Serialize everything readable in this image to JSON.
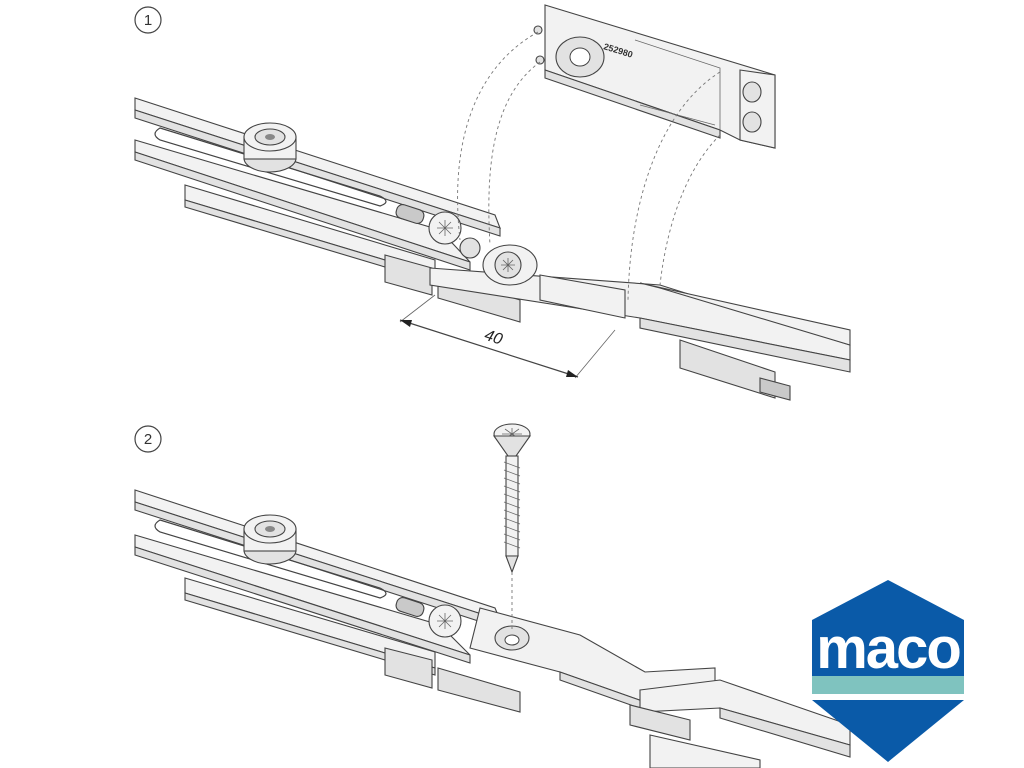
{
  "steps": [
    {
      "number": "1"
    },
    {
      "number": "2"
    }
  ],
  "dimension": {
    "value": "40"
  },
  "part_code": "252980",
  "logo": {
    "text": "maco",
    "colors": {
      "blue": "#0a5aa8",
      "teal": "#7fc3bf"
    }
  }
}
